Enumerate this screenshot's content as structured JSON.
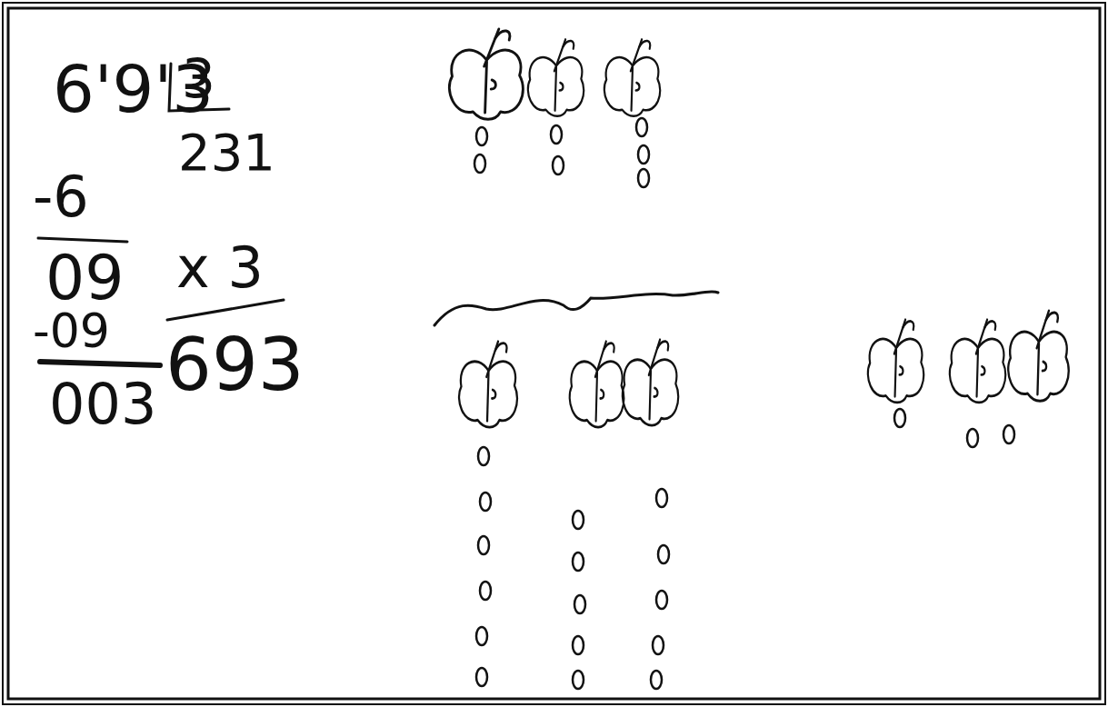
{
  "diagram": {
    "labels": [
      "6'9'3",
      "3",
      "231",
      "-6",
      "09",
      "x 3",
      "-09",
      "693",
      "003"
    ]
  }
}
